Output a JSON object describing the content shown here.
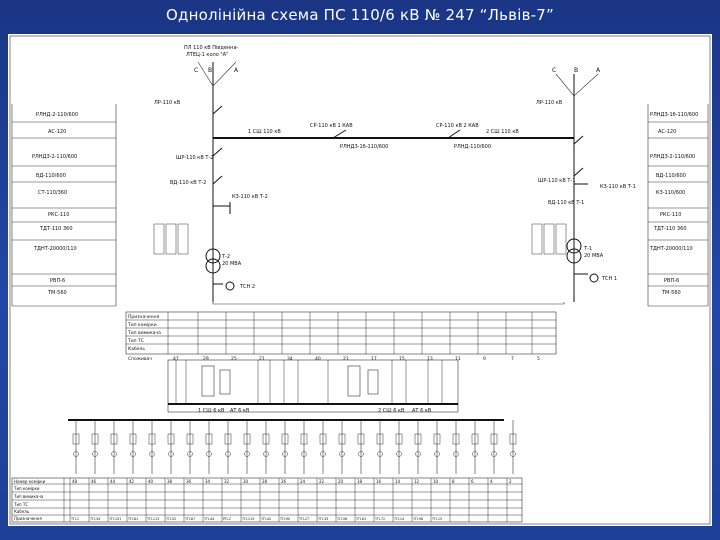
{
  "slide": {
    "title": "Однолінійна схема ПС 110/6 кВ № 247 “Львів-7”"
  },
  "diagram": {
    "line_left_title": [
      "ПЛ 110 кВ Південна-",
      "ЛТЕЦ-1 коло \"А\""
    ],
    "phase_labels_left": [
      "С",
      "В",
      "А"
    ],
    "phase_labels_right": [
      "С",
      "В",
      "А"
    ],
    "left_device_labels": [
      "РЛНД-2-110/600",
      "АС-120",
      "РЛНДЗ-2-110/600",
      "ВД-110/600",
      "СТ-110/360",
      "РКС-110",
      "ТДТ-110 360",
      "ТДНТ-20000/110",
      "РВП-6",
      "ТМ-560"
    ],
    "right_device_labels": [
      "РЛНДЗ-1б-110/600",
      "АС-120",
      "РЛНДЗ-2-110/600",
      "ВД-110/600",
      "КЗ-110/600",
      "РКС-110",
      "ТДТ-110 360",
      "ТДНТ-20000/110",
      "РВП-6",
      "ТМ-560"
    ],
    "top_labels": {
      "left_disconnector": "ЛР-110 кВ",
      "right_disconnector": "ЛР-110 кВ",
      "left_bus": "1 СШ 110 кВ",
      "right_bus": "2 СШ 110 кВ",
      "sectional_left": "СР-110 кВ 1 КАВ",
      "sectional_right": "СР-110 кВ 2 КАВ",
      "sectional_device": "РЛНДЗ-1б-110/600",
      "sectional_device_right": "РЛНД-110/600",
      "left_sr": "ШР-110 кВ Т-2",
      "right_sr": "ШР-110 кВ Т-1",
      "left_od": "ВД-110 кВ Т-2",
      "right_od": "ВД-110 кВ Т-1",
      "left_kz": "КЗ-110 кВ Т-2",
      "right_kz": "КЗ-110 кВ Т-1",
      "left_transformer": "Т-2",
      "right_transformer": "Т-1",
      "left_tr_rating": "20 МВА",
      "right_tr_rating": "20 МВА",
      "left_tsn": "ТСН 2",
      "right_tsn": "ТСН 1"
    },
    "bus6_left": "1 СШ 6 кВ",
    "bus6_right": "2 СШ 6 кВ",
    "bus6_left_b": "АТ 6 кВ",
    "bus6_right_b": "АТ 6 кВ",
    "upper_table_rows": [
      "Призначення",
      "Тип комірки",
      "Тип вимикача",
      "Тип ТС",
      "Кабель",
      "Споживач"
    ],
    "upper_table_numbers": [
      "47",
      "29",
      "25",
      "21",
      "34",
      "40",
      "21",
      "17",
      "15",
      "13",
      "11",
      "9",
      "7",
      "5"
    ],
    "lower_table_rows": [
      "Номер комірки",
      "Тип комірки",
      "Тип вимикача",
      "Тип ТС",
      "Кабель",
      "Призначення"
    ],
    "lower_table_numbers": [
      "48",
      "46",
      "44",
      "42",
      "40",
      "38",
      "36",
      "34",
      "32",
      "30",
      "28",
      "26",
      "24",
      "22",
      "20",
      "18",
      "16",
      "14",
      "12",
      "10",
      "8",
      "6",
      "4",
      "2"
    ],
    "lower_table_last_row": [
      "ТП-1",
      "ТП-34",
      "ТП-101",
      "ТП-81",
      "ТП-113",
      "ТП-52",
      "ТП-67",
      "ТП-44",
      "РП-2",
      "ТП-115",
      "ТП-42",
      "ТП-90",
      "ТП-27",
      "ТП-33",
      "ТП-56",
      "ТП-61",
      "ТП-72",
      "ТП-14",
      "ТП-96",
      "ТП-15"
    ]
  }
}
